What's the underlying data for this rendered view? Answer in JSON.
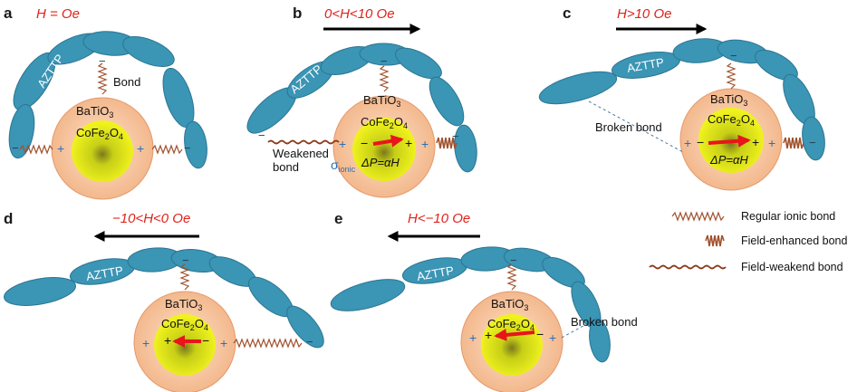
{
  "panels": {
    "a": {
      "letter": "a",
      "field": "H = Oe",
      "chain": "AZTTP",
      "shell": "BaTiO",
      "shell_sub": "3",
      "core": "CoFe",
      "core_sub1": "2",
      "core_mid": "O",
      "core_sub2": "4",
      "bond_note": "Bond",
      "minus": "−",
      "plus": "+"
    },
    "b": {
      "letter": "b",
      "field": "0<H<10 Oe",
      "chain": "AZTTP",
      "shell": "BaTiO",
      "shell_sub": "3",
      "core": "CoFe",
      "core_sub1": "2",
      "core_mid": "O",
      "core_sub2": "4",
      "formula": "ΔP=αH",
      "note_line1": "Weakened",
      "note_line2": "bond",
      "sigma": "σ",
      "sigma_sub": "ionic",
      "minus": "−",
      "plus": "+"
    },
    "c": {
      "letter": "c",
      "field": "H>10 Oe",
      "chain": "AZTTP",
      "shell": "BaTiO",
      "shell_sub": "3",
      "core": "CoFe",
      "core_sub1": "2",
      "core_mid": "O",
      "core_sub2": "4",
      "formula": "ΔP=αH",
      "note": "Broken bond",
      "minus": "−",
      "plus": "+"
    },
    "d": {
      "letter": "d",
      "field": "−10<H<0 Oe",
      "chain": "AZTTP",
      "shell": "BaTiO",
      "shell_sub": "3",
      "core": "CoFe",
      "core_sub1": "2",
      "core_mid": "O",
      "core_sub2": "4",
      "minus": "−",
      "plus": "+"
    },
    "e": {
      "letter": "e",
      "field": "H<−10 Oe",
      "chain": "AZTTP",
      "shell": "BaTiO",
      "shell_sub": "3",
      "core": "CoFe",
      "core_sub1": "2",
      "core_mid": "O",
      "core_sub2": "4",
      "note": "Broken bond",
      "minus": "−",
      "plus": "+"
    }
  },
  "legend": {
    "regular": "Regular ionic bond",
    "enhanced": "Field-enhanced bond",
    "weakened": "Field-weakend bond"
  },
  "colors": {
    "chain": "#3b95b5",
    "shell": "#f6c59d",
    "core": "#e8ef1a",
    "dipole_arrow": "#e8151b",
    "field_text": "#e0221b",
    "bond": "#a0522d",
    "sign_plus": "#2d6fb3"
  },
  "icons": {
    "field_arrow": "field-arrow-icon",
    "dipole_arrow": "dipole-arrow-icon",
    "spring_bond": "spring-bond-icon"
  }
}
